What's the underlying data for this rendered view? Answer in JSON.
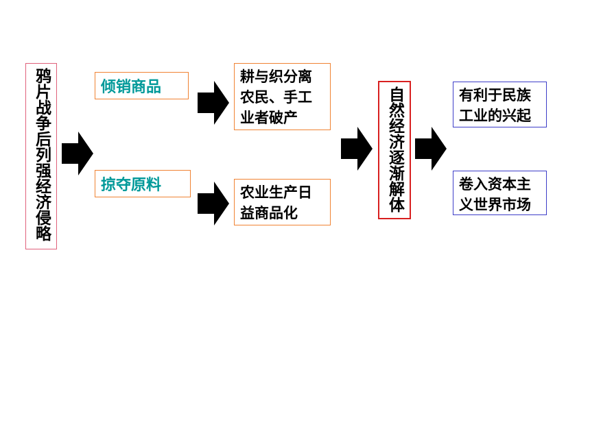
{
  "colors": {
    "pink_border": "#e0607a",
    "orange_border": "#f08232",
    "red_border": "#d81f1f",
    "blue_border": "#3c3cc8",
    "teal_text": "#009999",
    "arrow_fill": "#000000"
  },
  "diagram": {
    "source": "鸦片战争后列强经济侵略",
    "means": {
      "dumping": "倾销商品",
      "plunder": "掠夺原料"
    },
    "effects": {
      "separation": "耕与织分离农民、手工业者破产",
      "commercialization": "农业生产日益商品化"
    },
    "disintegration": "自然经济逐渐解体",
    "outcomes": {
      "industry": "有利于民族工业的兴起",
      "world_market": "卷入资本主义世界市场"
    }
  }
}
